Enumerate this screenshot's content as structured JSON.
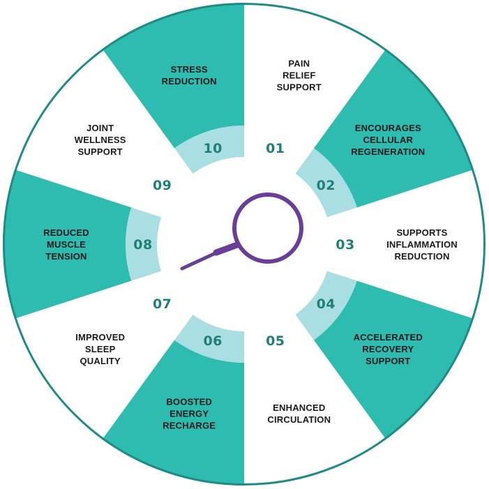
{
  "colors": {
    "teal": "#2fbcb0",
    "teal_dark": "#1f8b86",
    "light_band": "#a9dfe3",
    "white": "#ffffff",
    "rim": "#1f8b86",
    "number_text": "#1f7f7b",
    "label_text": "#1a1a1a",
    "magnifier": "#6a3d96"
  },
  "center_icon": "magnifying-glass-icon",
  "segments": [
    {
      "number": "01",
      "label_lines": [
        "PAIN",
        "RELIEF",
        "SUPPORT"
      ],
      "fill": "white"
    },
    {
      "number": "02",
      "label_lines": [
        "ENCOURAGES",
        "CELLULAR",
        "REGENERATION"
      ],
      "fill": "teal"
    },
    {
      "number": "03",
      "label_lines": [
        "SUPPORTS",
        "INFLAMMATION",
        "REDUCTION"
      ],
      "fill": "white"
    },
    {
      "number": "04",
      "label_lines": [
        "ACCELERATED",
        "RECOVERY",
        "SUPPORT"
      ],
      "fill": "teal"
    },
    {
      "number": "05",
      "label_lines": [
        "ENHANCED",
        "CIRCULATION"
      ],
      "fill": "white"
    },
    {
      "number": "06",
      "label_lines": [
        "BOOSTED",
        "ENERGY",
        "RECHARGE"
      ],
      "fill": "teal"
    },
    {
      "number": "07",
      "label_lines": [
        "IMPROVED",
        "SLEEP",
        "QUALITY"
      ],
      "fill": "white"
    },
    {
      "number": "08",
      "label_lines": [
        "REDUCED",
        "MUSCLE",
        "TENSION"
      ],
      "fill": "teal"
    },
    {
      "number": "09",
      "label_lines": [
        "JOINT",
        "WELLNESS",
        "SUPPORT"
      ],
      "fill": "white"
    },
    {
      "number": "10",
      "label_lines": [
        "STRESS",
        "REDUCTION"
      ],
      "fill": "teal"
    }
  ]
}
